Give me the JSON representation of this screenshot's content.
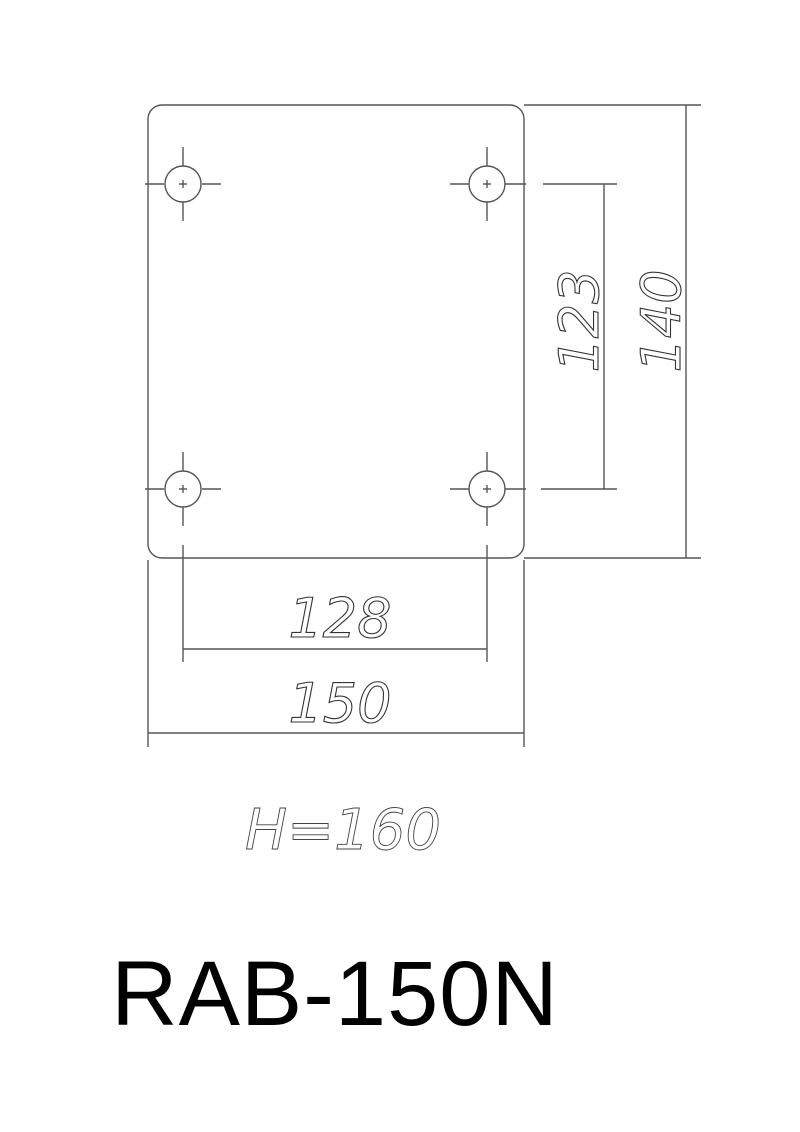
{
  "drawing": {
    "type": "technical-dimension-drawing",
    "units": "mm",
    "plate": {
      "width": 150,
      "height": 140
    },
    "hole_spacing": {
      "horizontal": 128,
      "vertical": 123
    },
    "hole_count": 4,
    "dimensions": {
      "hole_vertical": "123",
      "plate_height": "140",
      "hole_horizontal": "128",
      "plate_width": "150"
    },
    "height_note": "H=160",
    "model_name": "RAB-150N",
    "line_color": "#555555",
    "text_color": "#000000"
  }
}
